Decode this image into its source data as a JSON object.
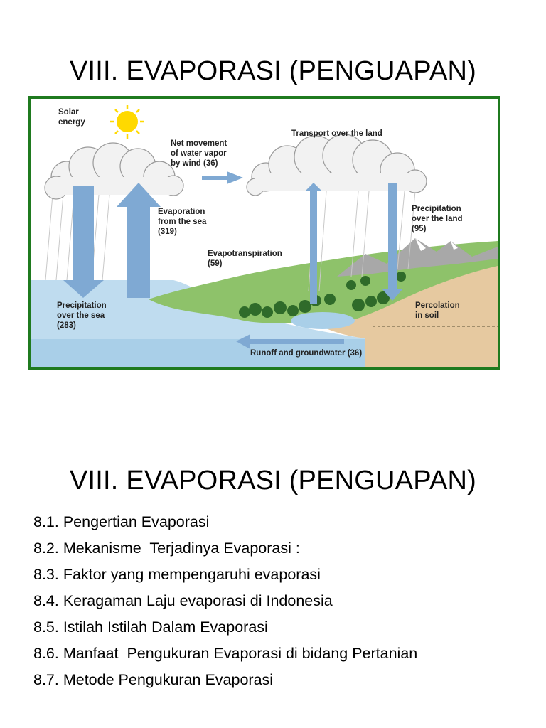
{
  "slide1": {
    "title": "VIII. EVAPORASI (PENGUAPAN)",
    "diagram": {
      "labels": {
        "solar_energy": [
          "Solar",
          "energy"
        ],
        "net_movement": [
          "Net movement",
          "of water vapor",
          "by wind (36)"
        ],
        "transport_land": "Transport over the land",
        "evaporation_sea": [
          "Evaporation",
          "from the sea",
          "(319)"
        ],
        "precip_land": [
          "Precipitation",
          "over the land",
          "(95)"
        ],
        "evapotranspiration": [
          "Evapotranspiration",
          "(59)"
        ],
        "precip_sea": [
          "Precipitation",
          "over the sea",
          "(283)"
        ],
        "percolation": [
          "Percolation",
          "in soil"
        ],
        "runoff": "Runoff and groundwater (36)"
      },
      "colors": {
        "border": "#1f7a1f",
        "arrow": "#7fa9d3",
        "sea": "#bfdcef",
        "land": "#8ec26a",
        "soil": "#e6c9a0",
        "sun": "#ffd900",
        "mountain": "#a8a8a8",
        "tree": "#2f6b2a"
      }
    }
  },
  "slide2": {
    "title": "VIII. EVAPORASI (PENGUAPAN)",
    "items": [
      "8.1. Pengertian Evaporasi",
      "8.2. Mekanisme  Terjadinya Evaporasi :",
      "8.3. Faktor yang mempengaruhi evaporasi",
      "8.4. Keragaman Laju evaporasi di Indonesia",
      "8.5. Istilah Istilah Dalam Evaporasi",
      "8.6. Manfaat  Pengukuran Evaporasi di bidang Pertanian",
      "8.7. Metode Pengukuran Evaporasi"
    ]
  }
}
